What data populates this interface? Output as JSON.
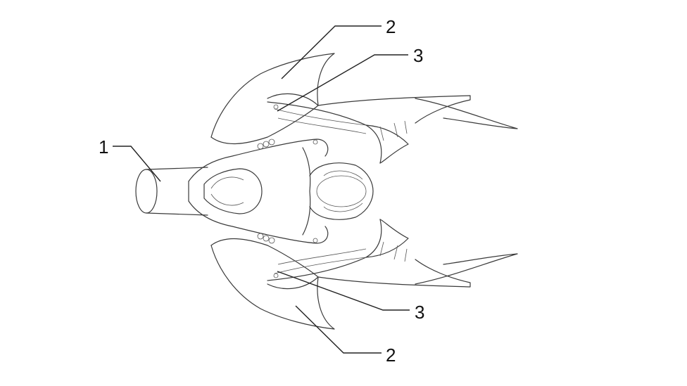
{
  "callouts": [
    {
      "id": "c1",
      "label": "1"
    },
    {
      "id": "c2a",
      "label": "2"
    },
    {
      "id": "c3a",
      "label": "3"
    },
    {
      "id": "c3b",
      "label": "3"
    },
    {
      "id": "c2b",
      "label": "2"
    }
  ]
}
